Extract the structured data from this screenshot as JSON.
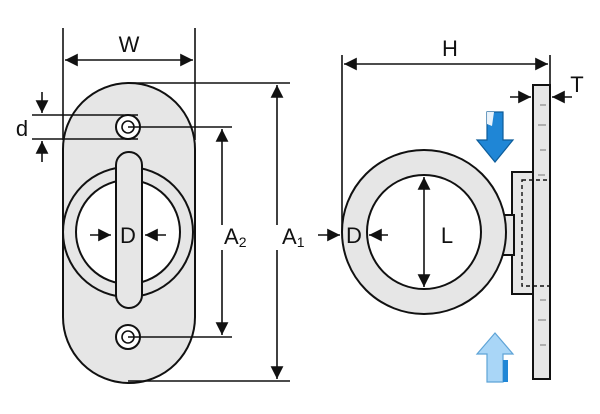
{
  "labels": {
    "W": "W",
    "d": "d",
    "D_front": "D",
    "A2_main": "A",
    "A2_sub": "2",
    "A1_main": "A",
    "A1_sub": "1",
    "H": "H",
    "T": "T",
    "D_side": "D",
    "L": "L"
  },
  "colors": {
    "line": "#111111",
    "fill": "#e6e6e6",
    "arrow_down": "#1f86d6",
    "arrow_up": "#a9d6f7"
  },
  "icons": {
    "arrow_down": "blue-down-arrow-icon",
    "arrow_up": "light-blue-up-arrow-icon"
  }
}
